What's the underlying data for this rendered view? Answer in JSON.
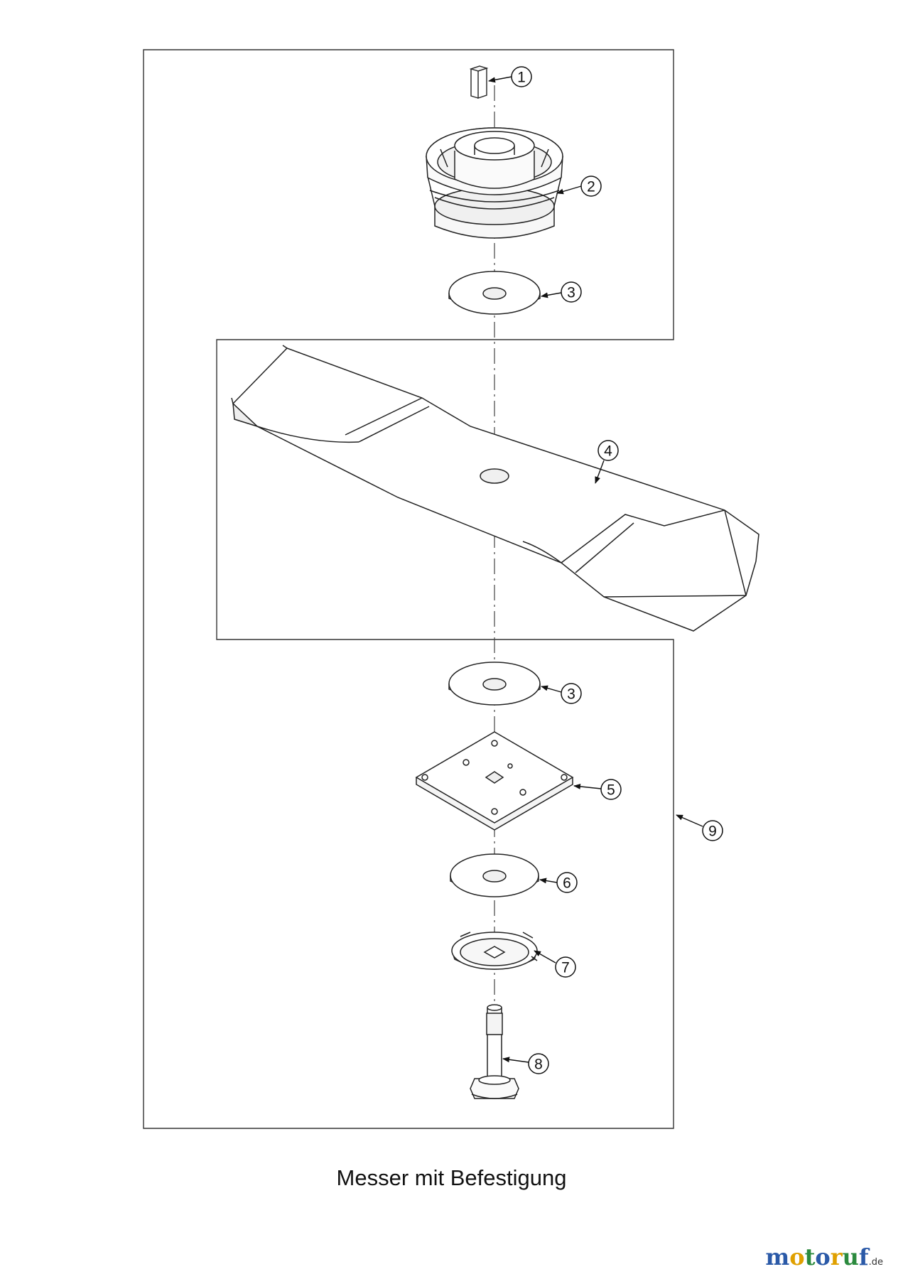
{
  "caption": "Messer mit Befestigung",
  "callouts": [
    {
      "id": "1",
      "label": "1"
    },
    {
      "id": "2",
      "label": "2"
    },
    {
      "id": "3a",
      "label": "3"
    },
    {
      "id": "4",
      "label": "4"
    },
    {
      "id": "3b",
      "label": "3"
    },
    {
      "id": "5",
      "label": "5"
    },
    {
      "id": "9",
      "label": "9"
    },
    {
      "id": "6",
      "label": "6"
    },
    {
      "id": "7",
      "label": "7"
    },
    {
      "id": "8",
      "label": "8"
    }
  ],
  "watermark": {
    "letters": [
      "m",
      "o",
      "t",
      "o",
      "r",
      "u",
      "f"
    ],
    "colors": [
      "#2b5aa8",
      "#e0a000",
      "#2b8a3e",
      "#2b5aa8",
      "#e0a000",
      "#2b8a3e",
      "#2b5aa8"
    ],
    "tld": ".de"
  }
}
